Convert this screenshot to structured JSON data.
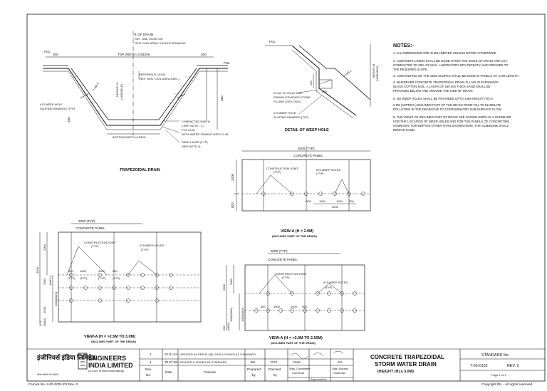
{
  "drawing": {
    "trapezoidal": {
      "title": "TRAPEZOIDAL DRAIN",
      "of_drain": [
        "℄ OF DRAIN",
        "REF. LINE GIVEN ON",
        "GEN. CIVIL AREA / LAYOUT DRAWING"
      ],
      "fgl_left": "FGL",
      "fgl_right": "FGL",
      "dim_200_left": "200",
      "dim_200_right": "200",
      "top_width": "TOP WIDTH=2.833XH",
      "reference_level": [
        "REFERENCE LEVEL",
        "(REF. GEN. CIVIL AREA DWG.)"
      ],
      "height_variable": [
        "HEIGHT=H",
        "(VARIABLE)"
      ],
      "slope_label": "Y=63.4",
      "dim_250": "250",
      "dim_150": "150",
      "weep_hole": [
        "#75 WEEP HOLE",
        "SLOPING INWARDS (TYP)"
      ],
      "bottom_width": "BOTTOM WIDTH=0.833H",
      "compacted": [
        "COMPACTED EARTH",
        "( REF. NOTE - 2 )",
        "PCC M-20",
        "WITH WATER CEMENT RATIO 0.45",
        "SAND LAYER (TYP)",
        "(SEE NOTE-4)"
      ]
    },
    "weep_detail": {
      "title": "DETAIL OF WEEP HOLE",
      "fgl": "FGL",
      "dim_200": "200",
      "dim_250": "250",
      "height_variable": [
        "HEIGHT=H",
        "(VARIABLE)"
      ],
      "gravel": [
        "27mm TO 37mm SIZE",
        "GRAVEL/CRUSHED STONE",
        "FILLING (200 LONG)"
      ],
      "weep_hole": [
        "#75 WEEP HOLE",
        "SLOPING INWARDS (TYP)"
      ],
      "slope_label": "Y=63.4"
    },
    "view_a_2": {
      "top_dim": "3000 (TYP)",
      "panel": "CONCRETE PANEL",
      "joint": [
        "CONSTRUCTION JOINT",
        "(TYP)"
      ],
      "weep": [
        "#75 WEEP HOLES",
        "(TYP)"
      ],
      "left_dims": [
        "2000",
        "820"
      ],
      "bottom_dims": [
        "500",
        "1000",
        "1000",
        "500",
        "3000"
      ],
      "caption": "VIEW-A (H = 2.0M)",
      "subcaption": "(INCLINED PART OF THE DRAIN)"
    },
    "view_a_25": {
      "top_dim": "3000 (TYP)",
      "panel": "CONCRETE PANEL",
      "joint": [
        "CONSTRUCTION JOINT",
        "(TYP)"
      ],
      "weep": [
        "#75 WEEP HOLES",
        "(TYP)"
      ],
      "left_dims": [
        "4000",
        "2000",
        "1000",
        "(MAX.)",
        "1000(MAX)",
        "1000",
        "500",
        "(MAX)"
      ],
      "inner_dims": [
        "500",
        "(TYP)",
        "1000",
        "(TYP)",
        "1000",
        "(TYP)",
        "500",
        "(TYP)"
      ],
      "caption": "VIEW-A (H = >2.5M TO 3.0M)",
      "subcaption": "(INCLINED PART OF THE DRAIN)"
    },
    "view_a_20": {
      "top_dim": "3000 (TYP)",
      "panel": "CONCRETE PANEL",
      "joint": [
        "CONSTRUCTION JOINT",
        "(TYP)"
      ],
      "weep": [
        "#75 WEEP HOLES",
        "(TYP)"
      ],
      "left_dims": [
        "3000",
        "2000",
        "1000(MAX)",
        "1000(MAX)",
        "500",
        "(MAX)"
      ],
      "inner_dims": [
        "500",
        "1000",
        "1000",
        "500"
      ],
      "caption": "VIEW-A (H = >2.0M TO 2.50M)",
      "subcaption": "(INCLINED PART OF THE DRAIN)"
    }
  },
  "notes": {
    "title": "NOTES:-",
    "items": [
      "1.  ALL DIMENSIONS ARE IN MILLIMETER UNLESS NOTED OTHERWISE.",
      "2.  CONCRETE LINING SHALL BE DONE AFTER THE SIDES OF DRAIN ARE CUT,",
      "     COMPACTED TO 90% OF MAX. LABORATORY DRY DENSITY AND DRESSED TO",
      "     THE REQUIRED SLOPE.",
      "3.  CONCRETING ON THE SIDE SLOPES SHALL BE DONE IN PANELS OF 3.0M LENGTH.",
      "4.  WHEREVER CONCRETE TRAPEZOIDAL DRAIN IS LAID IN EXPANSIVE/",
      "     BLACK COTTON SOIL, A LAYER OF 250 mm THICK SAND SHALL BE",
      "     PROVIDED BELOW AND AROUND THE SIDE OF DRAIN.",
      "5.  NO WEEP HOLES SHALL BE PROVIDED UPTO 1.5M HEIGHT (H) i.e.",
      "     2.0M (APPROX.) INCLINED PART OF THE DRAIN FROM FGL TO ELIMINATE",
      "     POLLUTION IN THE DRAIN DUE TO CONTAMINATED SUB-SURFACE FLOW.",
      "6.  THE VIEWS OF INCLINED PART OF DRAIN ARE SHOWN HERE AS A GUIDELINE",
      "     FOR THE LOCATION OF WEEP HOLES AND FOR THE PANELS OF CONCRETING.",
      "     HOWEVER, FOR DEPTHS OTHER THAN SHOWN HERE, THE GUIDELINE SHALL",
      "     REMAIN SAME."
    ]
  },
  "title_block": {
    "logo_hindi": "इंजीनियर्स इंडिया लिमिटेड",
    "logo_tagline": "भारत सरकार का उपक्रम",
    "company_line1": "ENGINEERS",
    "company_line2": "INDIA LIMITED",
    "company_sub": "(A Govt. of India Undertaking)",
    "revisions": [
      {
        "rev": "2",
        "date": "22.01.04",
        "purpose": "UPDATED AS PER EL456, 2000 & ISSUED AS STANDARD",
        "prepared": "",
        "checked": "",
        "std": "",
        "approved": ""
      },
      {
        "rev": "1",
        "date": "28.07.98",
        "purpose": "REVISED & ISSUED AS STANDARD",
        "prepared": "BS",
        "checked": "PCS",
        "std": "MAK",
        "approved": "KS"
      }
    ],
    "headers": {
      "rev": "Rev.",
      "no": "No.",
      "date": "Date",
      "purpose": "Purpose",
      "prepared": "Prepared",
      "checked": "Checked",
      "by": "by",
      "std_conv": "Stds. Committee",
      "convenor": "Convenor",
      "std_bureau": "Stds. Bureau",
      "chairman": "Chairman",
      "approved_by": "Approved by"
    },
    "title_lines": [
      "CONCRETE TRAPEZOIDAL",
      "STORM WATER DRAIN",
      "(HEIGHT (H) ≤ 3.0M)"
    ],
    "standard_label": "STANDARD No.",
    "standard_no": "7-65-0102",
    "revision": "REV. 2",
    "page": "Page 1 of 1"
  },
  "footer": {
    "format": "Format No. 8-00-0001-F5 Rev. 0",
    "copyright": "Copyright EIL - All rights reserved"
  }
}
